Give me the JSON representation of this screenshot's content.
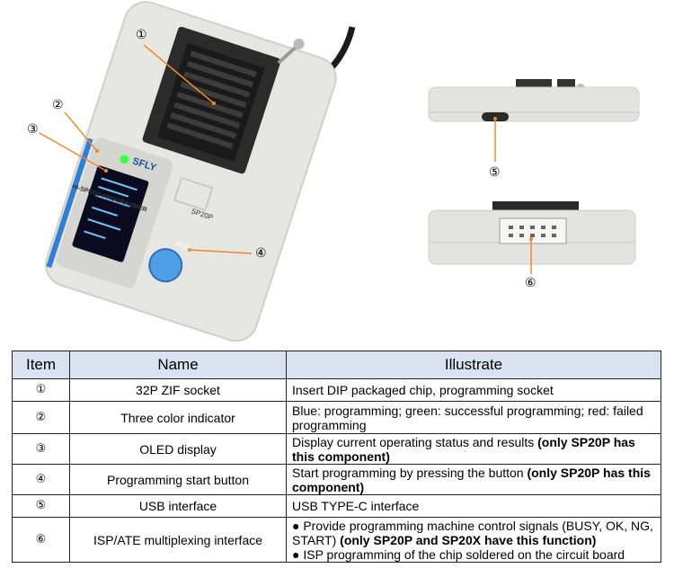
{
  "figure": {
    "device_brand": "SFLY",
    "device_subtitle": "HI-SPEED PROGRAMMER",
    "device_model": "SP20P",
    "run_label": "RUN",
    "callouts": [
      "①",
      "②",
      "③",
      "④",
      "⑤",
      "⑥"
    ]
  },
  "table": {
    "headers": {
      "item": "Item",
      "name": "Name",
      "illustrate": "Illustrate"
    },
    "rows": [
      {
        "item": "①",
        "name": "32P ZIF socket",
        "illustrate": "Insert DIP packaged chip, programming socket"
      },
      {
        "item": "②",
        "name": "Three color indicator",
        "illustrate": "Blue: programming; green: successful programming; red: failed programming"
      },
      {
        "item": "③",
        "name": "OLED display",
        "illustrate": "Display current operating status and results ",
        "note": "(only SP20P has this component)"
      },
      {
        "item": "④",
        "name": "Programming start button",
        "illustrate": "Start programming by pressing the button ",
        "note": "(only SP20P has this component)"
      },
      {
        "item": "⑤",
        "name": "USB interface",
        "illustrate": "USB TYPE-C interface"
      },
      {
        "item": "⑥",
        "name": "ISP/ATE multiplexing interface",
        "line1": "● Provide programming machine control signals (BUSY, OK, NG, START) ",
        "line1_note": "(only SP20P and SP20X have this function)",
        "line2": "● ISP programming of the chip soldered on the circuit board"
      }
    ]
  }
}
